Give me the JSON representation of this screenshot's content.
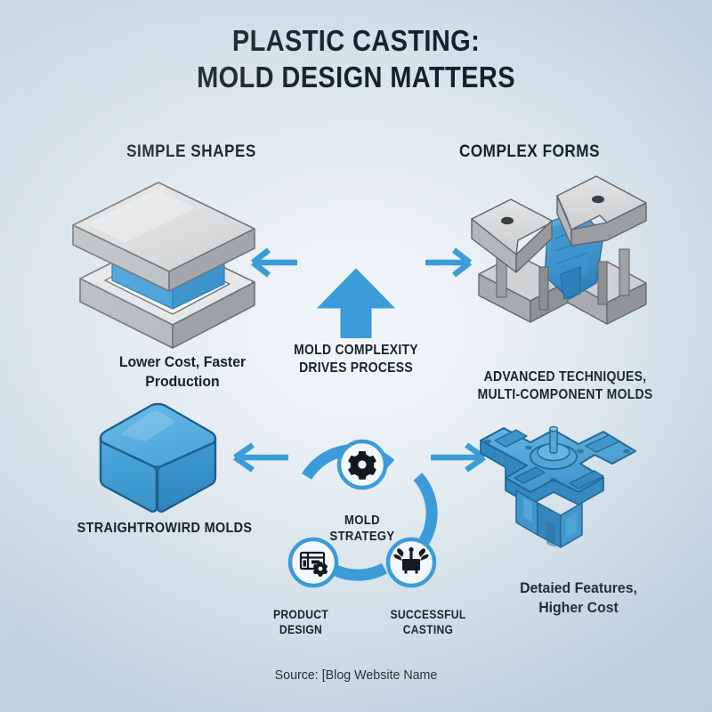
{
  "poster": {
    "title_line1": "PLASTIC CASTING:",
    "title_line2": "MOLD DESIGN MATTERS",
    "source": "Source: [Blog Website Name"
  },
  "sections": {
    "left_heading": "SIMPLE SHAPES",
    "right_heading": "COMPLEX FORMS"
  },
  "captions": {
    "top_left_line1": "Lower Cost, Faster",
    "top_left_line2": "Production",
    "center_line1": "MOLD COMPLEXITY",
    "center_line2": "DRIVES PROCESS",
    "top_right_line1": "ADVANCED TECHNIQUES,",
    "top_right_line2": "MULTI-COMPONENT MOLDS",
    "bottom_left": "STRAIGHTROWIRD MOLDS",
    "bottom_right_line1": "Detaied Features,",
    "bottom_right_line2": "Higher Cost"
  },
  "cycle": {
    "center_line1": "MOLD",
    "center_line2": "STRATEGY",
    "nodes": [
      {
        "icon": "gear-icon",
        "label_line1": "",
        "label_line2": ""
      },
      {
        "icon": "blueprint-gear-icon",
        "label_line1": "PRODUCT",
        "label_line2": "DESIGN"
      },
      {
        "icon": "injection-mold-icon",
        "label_line1": "SUCCESSFUL",
        "label_line2": "CASTING"
      }
    ]
  },
  "illustrations": [
    {
      "name": "simple-two-part-mold",
      "description": "Open two-part gray mold with blue plastic part"
    },
    {
      "name": "complex-multi-component-mold",
      "description": "Multi-component gray mold block with blue intricate part"
    },
    {
      "name": "blue-cube",
      "description": "Simple blue rounded cube"
    },
    {
      "name": "complex-chassis-part",
      "description": "Detailed blue cross-shaped molded chassis"
    }
  ],
  "arrows": [
    {
      "name": "arrow-left-thin",
      "direction": "left"
    },
    {
      "name": "arrow-right-thin",
      "direction": "right"
    },
    {
      "name": "arrow-up-bold",
      "direction": "up"
    },
    {
      "name": "arrow-left-thin-lower",
      "direction": "left"
    },
    {
      "name": "arrow-right-thin-lower",
      "direction": "right"
    }
  ],
  "colors": {
    "accent_blue": "#3b9cd9",
    "accent_blue_dark": "#2b7fb8",
    "plastic_blue": "#4aa3d8",
    "mold_gray_light": "#dcdcdc",
    "mold_gray_mid": "#b8bcbe",
    "mold_gray_dark": "#8d9194",
    "ink": "#16222b",
    "bg_edge": "#c2d2df",
    "bg_center": "#f2f6f9"
  }
}
